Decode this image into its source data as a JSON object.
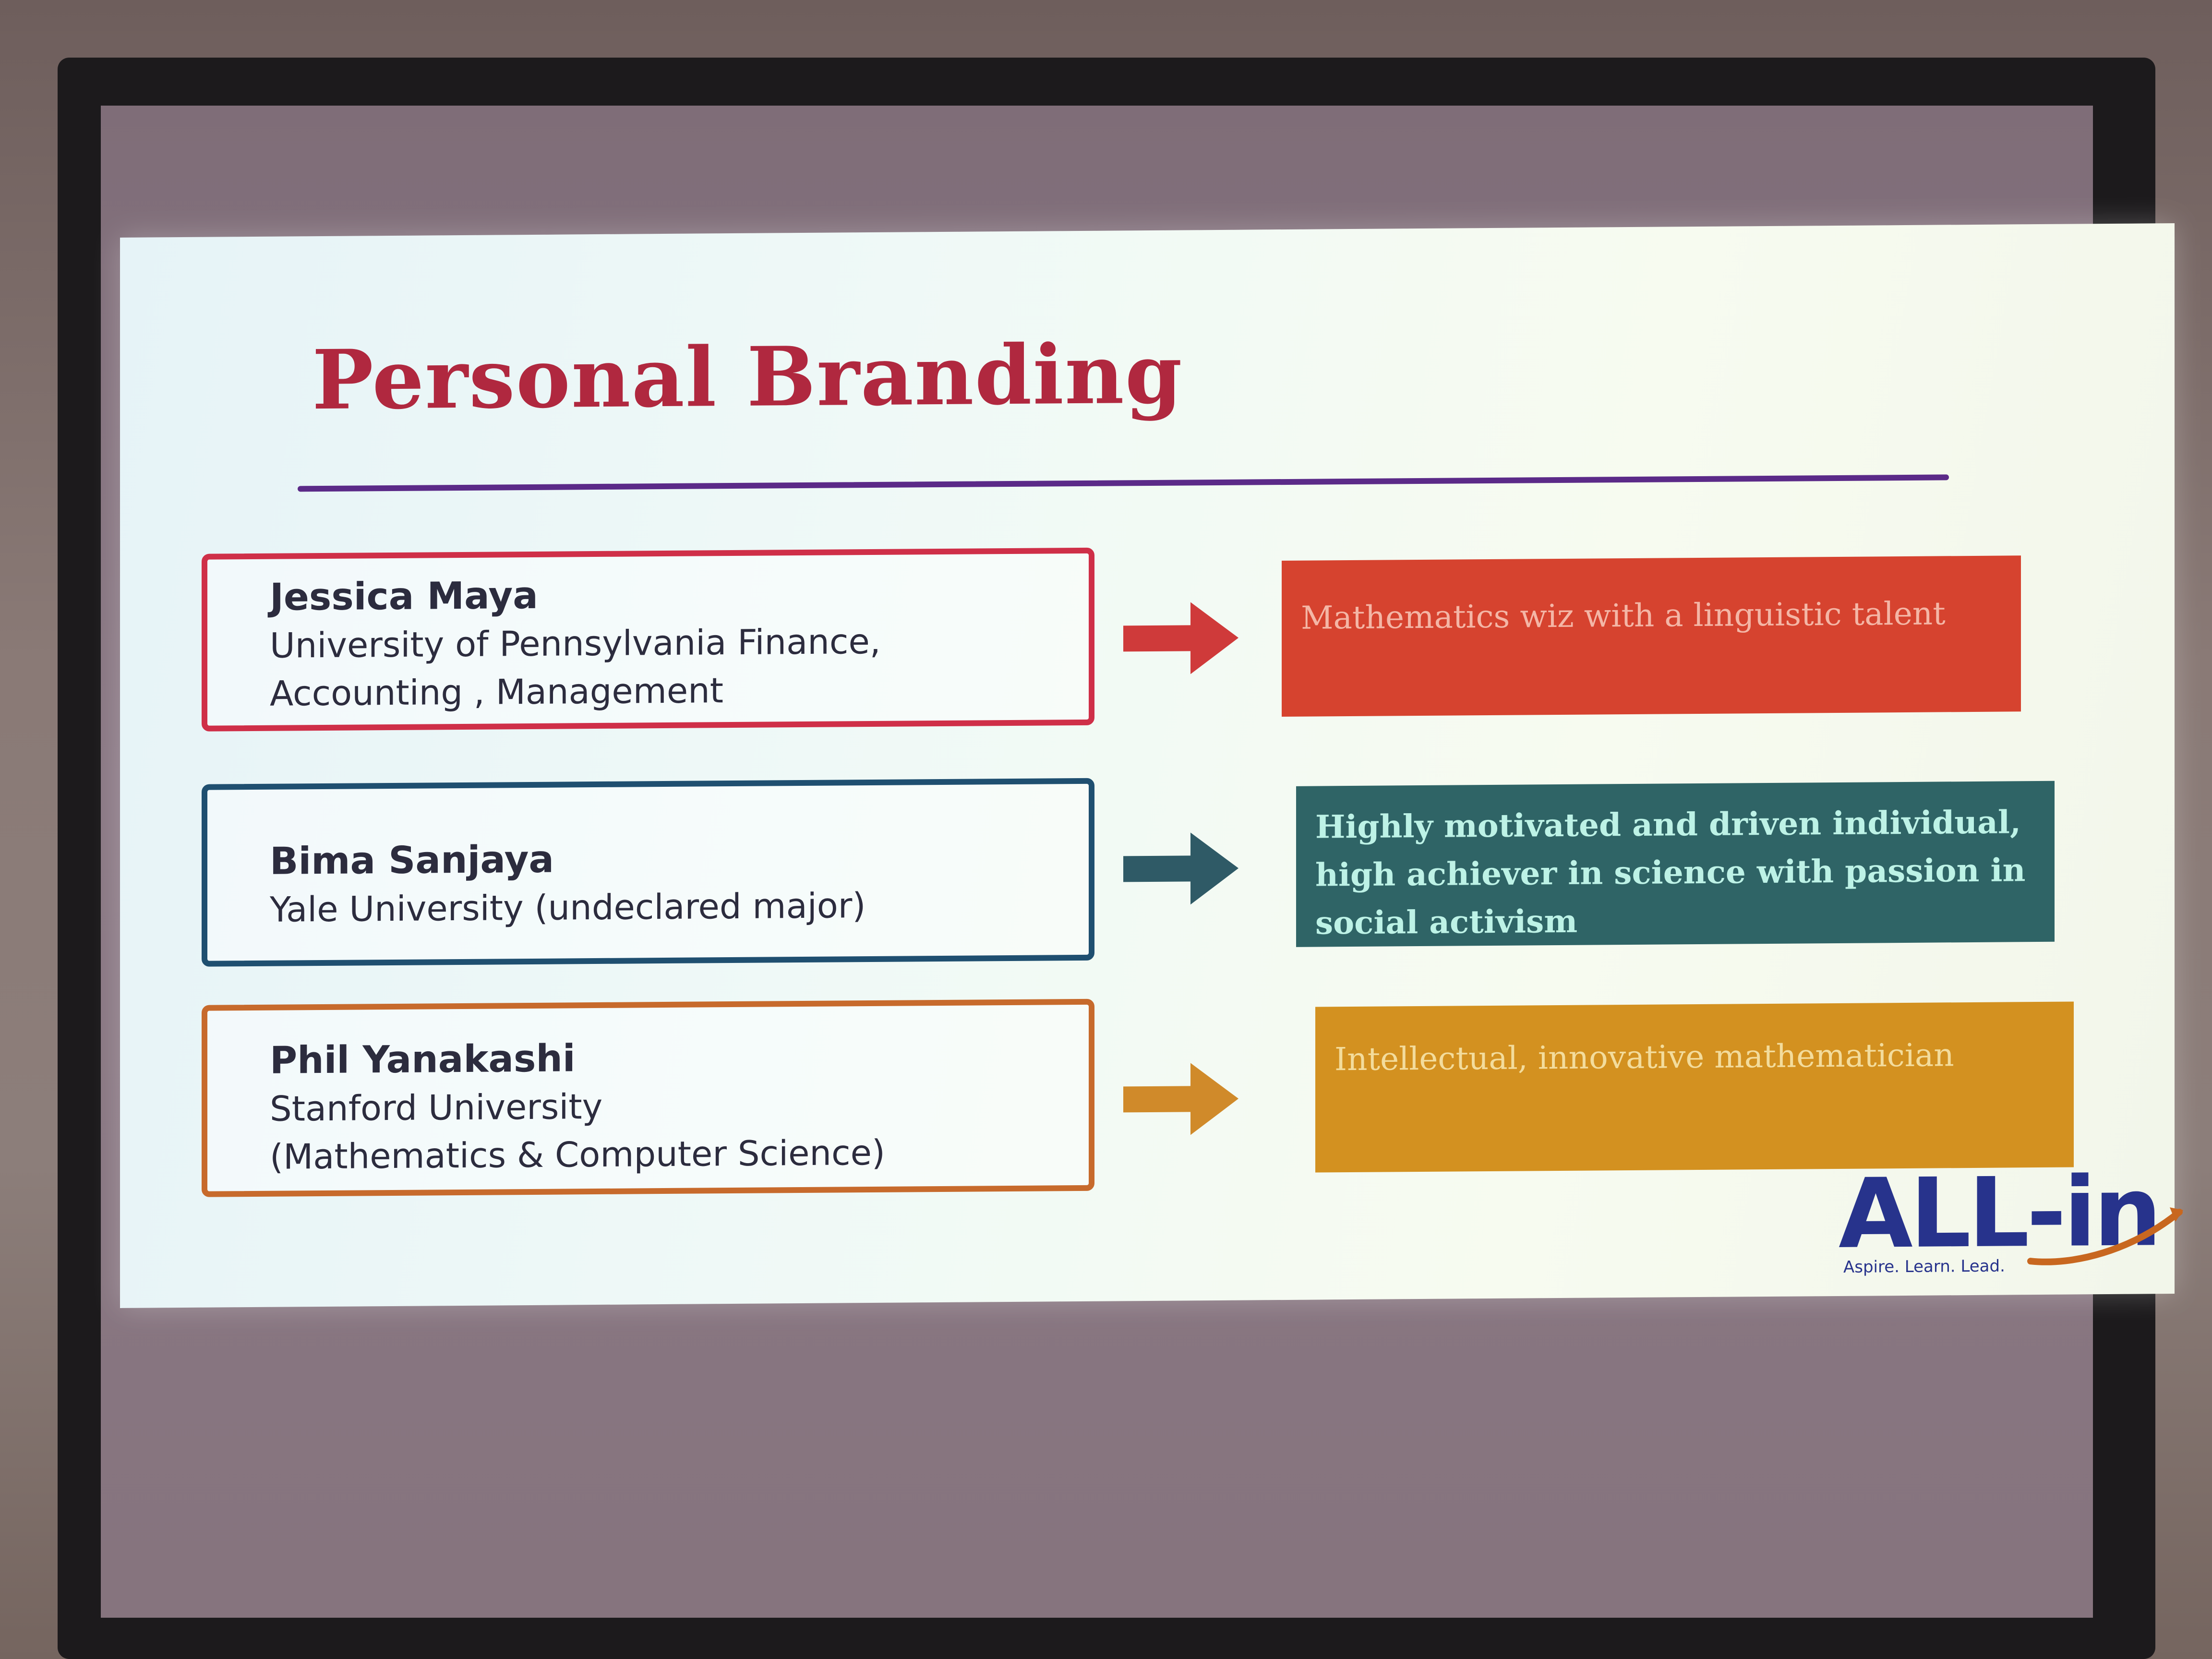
{
  "slide": {
    "title": "Personal Branding",
    "people": [
      {
        "name": "Jessica Maya",
        "detail_lines": [
          "University of Pennsylvania Finance,",
          "Accounting , Management"
        ],
        "brand": "Mathematics wiz with a linguistic talent",
        "border_color": "#cf2f48",
        "brand_color": "#d6432f"
      },
      {
        "name": "Bima Sanjaya",
        "detail_lines": [
          "Yale University (undeclared major)"
        ],
        "brand": "Highly motivated and driven individual, high achiever in science with passion in social activism",
        "border_color": "#1f4f70",
        "brand_color": "#2f6466"
      },
      {
        "name": "Phil Yanakashi",
        "detail_lines": [
          "Stanford University",
          "(Mathematics & Computer Science)"
        ],
        "brand": "Intellectual, innovative mathematician",
        "border_color": "#c76a2c",
        "brand_color": "#d39120"
      }
    ],
    "logo": {
      "word": "ALL-in",
      "tagline": "Aspire. Learn. Lead.",
      "color": "#27338c",
      "accent": "#c8671f"
    },
    "title_color": "#b0283f",
    "rule_color": "#5b2a88"
  }
}
